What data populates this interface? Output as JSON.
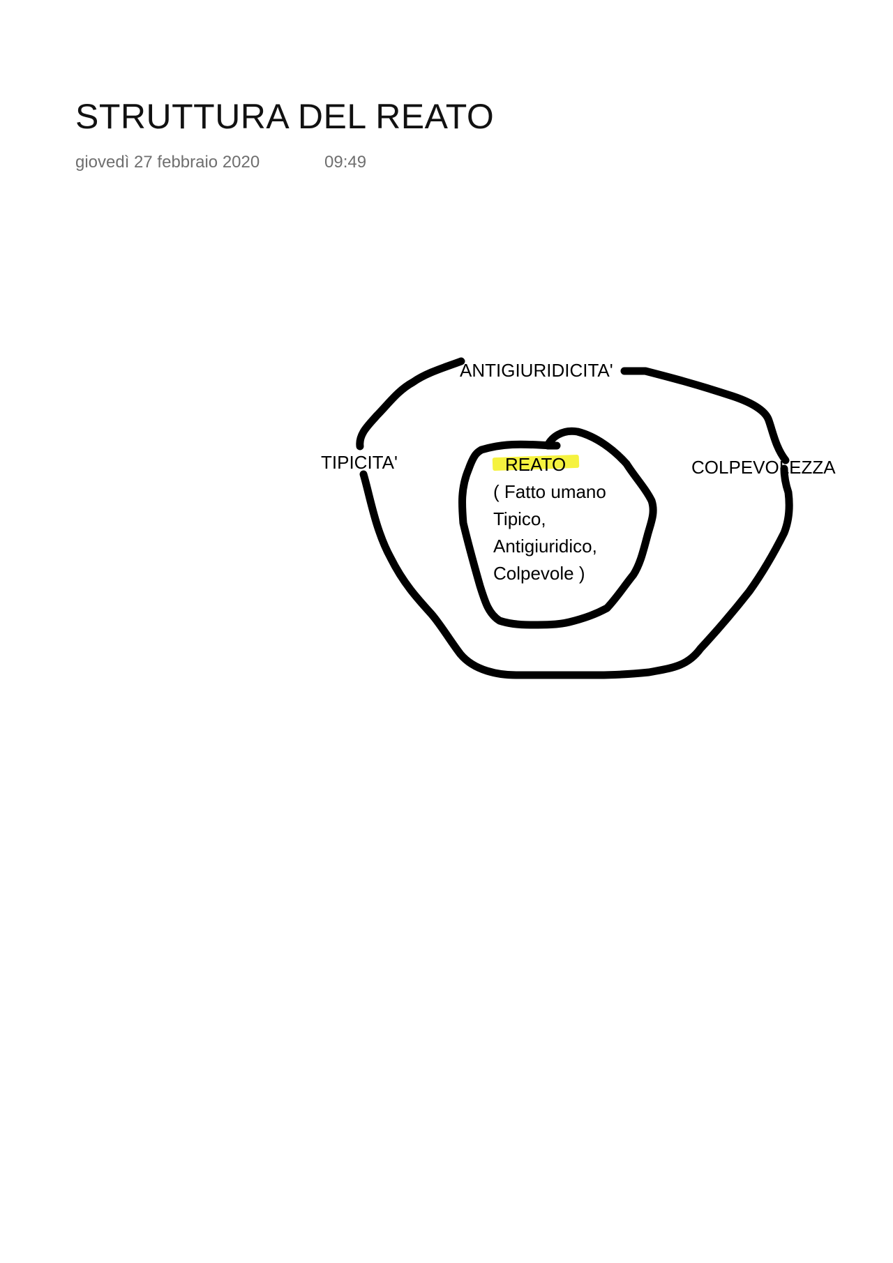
{
  "page": {
    "title": "STRUTTURA DEL REATO",
    "date": "giovedì 27 febbraio 2020",
    "time": "09:49"
  },
  "diagram": {
    "outer_labels": {
      "top": "ANTIGIURIDICITA'",
      "left": "TIPICITA'",
      "right": "COLPEVOLEZZA"
    },
    "center": {
      "title": "REATO",
      "lines": [
        "( Fatto umano",
        "Tipico,",
        "Antigiuridico,",
        "Colpevole )"
      ],
      "highlight_color": "#f5f23f"
    },
    "stroke_color": "#000000"
  }
}
